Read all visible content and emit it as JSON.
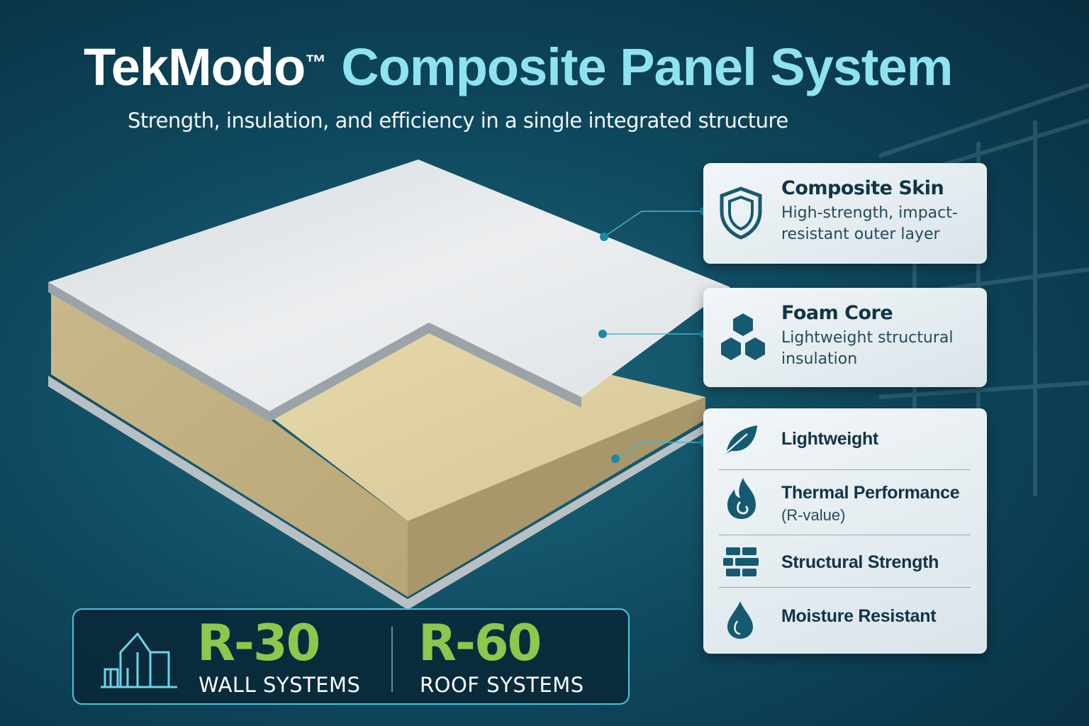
{
  "header": {
    "brand": "TekModo",
    "trademark": "™",
    "title_rest": "Composite Panel System",
    "subtitle": "Strength, insulation, and efficiency in a single integrated structure"
  },
  "callouts": [
    {
      "title": "Composite Skin",
      "description": "High-strength, impact-resistant outer layer",
      "icon": "shield-icon"
    },
    {
      "title": "Foam Core",
      "description": "Lightweight structural insulation",
      "icon": "hexagon-cluster-icon"
    }
  ],
  "features": [
    {
      "label": "Lightweight",
      "icon": "leaf-icon"
    },
    {
      "label": "Thermal Performance",
      "sublabel": "(R-value)",
      "icon": "flame-icon"
    },
    {
      "label": "Structural Strength",
      "icon": "brick-icon"
    },
    {
      "label": "Moisture Resistant",
      "icon": "water-drop-icon"
    }
  ],
  "ratings": [
    {
      "value": "R-30",
      "label": "WALL SYSTEMS",
      "icon": "house-icon"
    },
    {
      "value": "R-60",
      "label": "ROOF SYSTEMS"
    }
  ],
  "colors": {
    "accent": "#8fe3f0",
    "rating": "#8cc84b",
    "icon": "#165a72"
  }
}
